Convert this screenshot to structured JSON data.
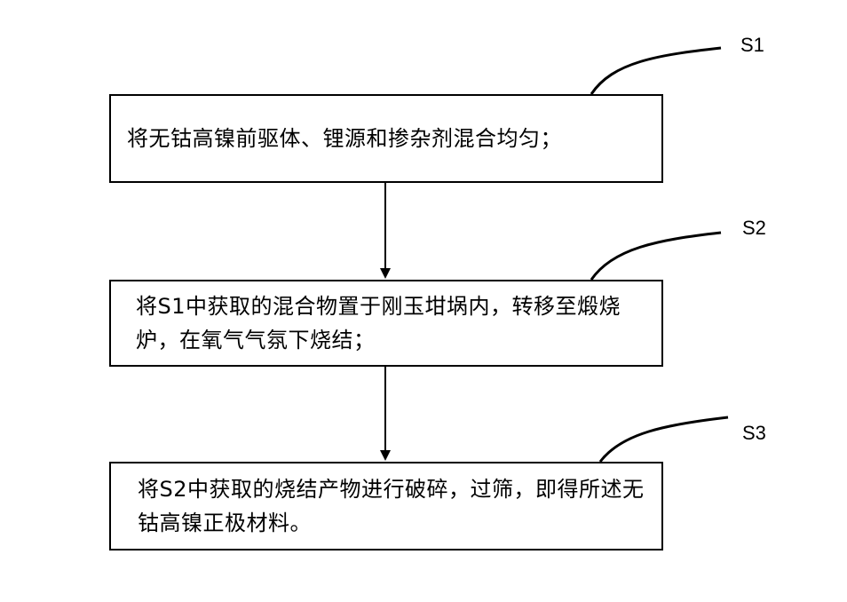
{
  "steps": [
    {
      "label": "S1",
      "text": "将无钴高镍前驱体、锂源和掺杂剂混合均匀；"
    },
    {
      "label": "S2",
      "text": "将S1中获取的混合物置于刚玉坩埚内，转移至煅烧炉，在氧气气氛下烧结；"
    },
    {
      "label": "S3",
      "text": "将S2中获取的烧结产物进行破碎，过筛，即得所述无钴高镍正极材料。"
    }
  ]
}
